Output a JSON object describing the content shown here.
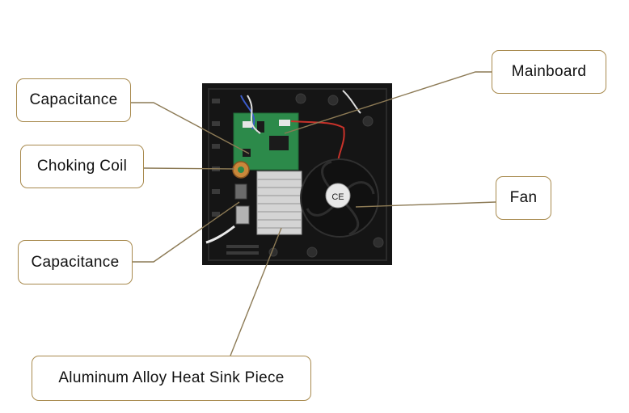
{
  "labels": {
    "capacitance_top": "Capacitance",
    "choking_coil": "Choking Coil",
    "capacitance_bottom": "Capacitance",
    "mainboard": "Mainboard",
    "fan": "Fan",
    "heat_sink": "Aluminum Alloy Heat Sink Piece"
  },
  "fan_mark": "CE",
  "colors": {
    "callout_border": "#a88a4e",
    "leader_line": "#8c7a55",
    "housing": "#151515",
    "pcb": "#2c8a4a",
    "heat_sink": "#d4d4d4",
    "coil": "#c9873a"
  }
}
